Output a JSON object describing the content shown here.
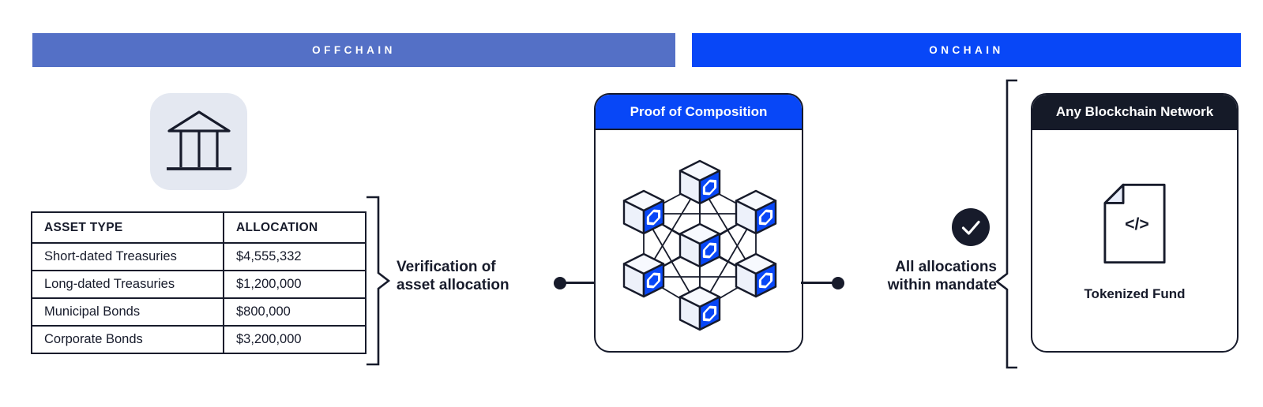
{
  "banners": {
    "offchain": "OFFCHAIN",
    "onchain": "ONCHAIN"
  },
  "allocation_table": {
    "headers": [
      "ASSET TYPE",
      "ALLOCATION"
    ],
    "rows": [
      {
        "asset_type": "Short-dated Treasuries",
        "allocation": "$4,555,332"
      },
      {
        "asset_type": "Long-dated Treasuries",
        "allocation": "$1,200,000"
      },
      {
        "asset_type": "Municipal Bonds",
        "allocation": "$800,000"
      },
      {
        "asset_type": "Corporate Bonds",
        "allocation": "$3,200,000"
      }
    ]
  },
  "labels": {
    "verification_line1": "Verification of",
    "verification_line2": "asset allocation",
    "mandate_line1": "All allocations",
    "mandate_line2": "within mandate"
  },
  "proof_card": {
    "title": "Proof of Composition"
  },
  "network_card": {
    "title": "Any Blockchain Network",
    "document_glyph": "</>",
    "caption": "Tokenized Fund"
  },
  "icons": {
    "bank": "bank-icon",
    "check": "checkmark-icon",
    "document_code": "code-document-icon",
    "cube_network": "chainlink-cube-network"
  },
  "colors": {
    "onchain_blue": "#0847F7",
    "offchain_blue": "#5470C6",
    "ink": "#171B2B",
    "tile_bg": "#E4E8F1",
    "dark_header": "#151A28",
    "cube_face_top": "#F7F9FE",
    "cube_face_left": "#EDF1FA"
  }
}
